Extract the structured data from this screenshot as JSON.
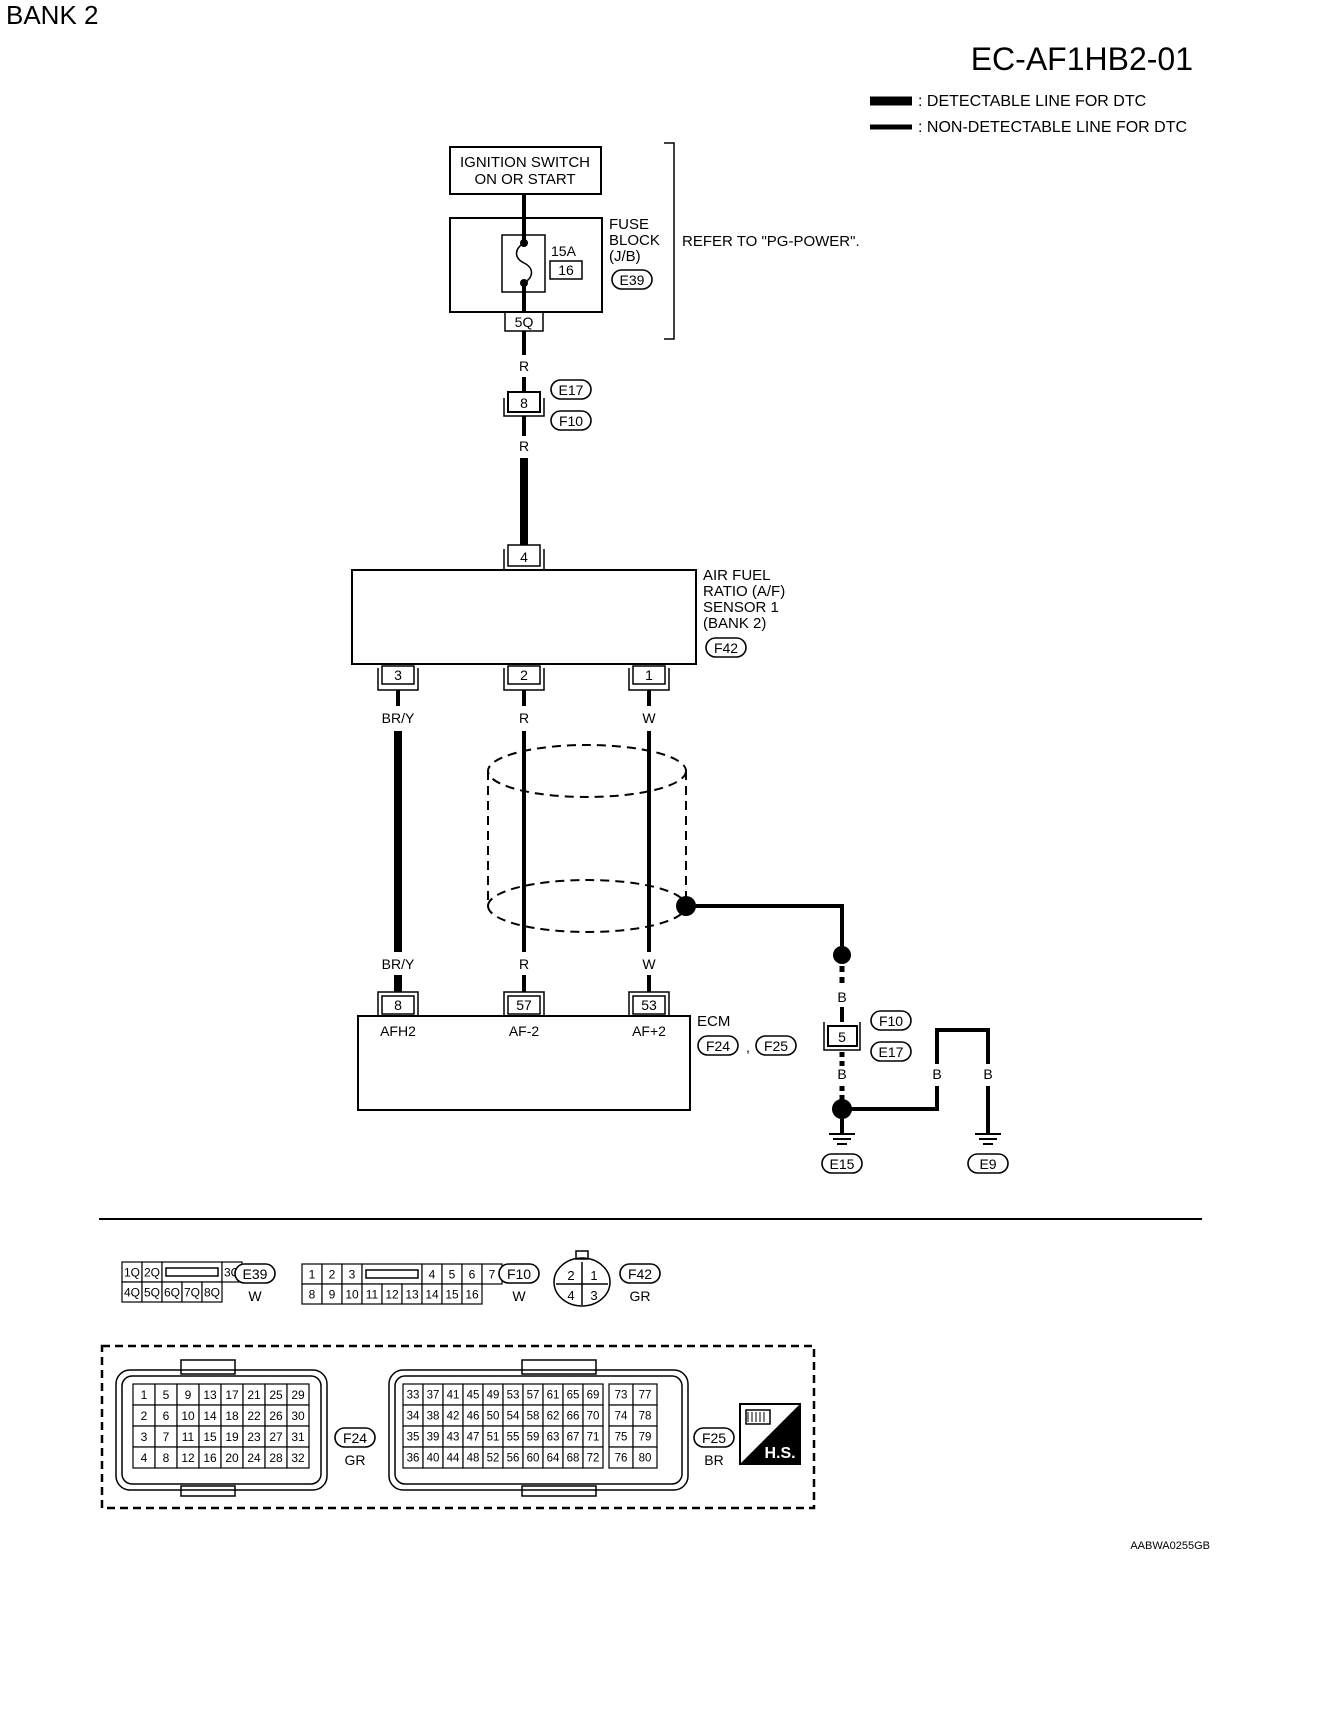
{
  "page": {
    "bank": "BANK 2",
    "code": "EC-AF1HB2-01",
    "footer_id": "AABWA0255GB"
  },
  "legend": {
    "detectable": ": DETECTABLE LINE FOR DTC",
    "non_detectable": ": NON-DETECTABLE LINE FOR DTC"
  },
  "ignition": {
    "line1": "IGNITION SWITCH",
    "line2": "ON OR START"
  },
  "fuse": {
    "amp": "15A",
    "number": "16",
    "label1": "FUSE",
    "label2": "BLOCK",
    "label3": "(J/B)",
    "connector": "E39",
    "terminal": "5Q",
    "refer": "REFER TO \"PG-POWER\"."
  },
  "joint1": {
    "pin": "8",
    "conn_top": "E17",
    "conn_bottom": "F10"
  },
  "wire_colors": {
    "r_top1": "R",
    "r_top2": "R",
    "bry_top": "BR/Y",
    "r_mid_top": "R",
    "w_top": "W",
    "bry_bot": "BR/Y",
    "r_mid_bot": "R",
    "w_bot": "W",
    "b1": "B",
    "b2": "B",
    "b3": "B",
    "b4": "B"
  },
  "sensor": {
    "pin_top": "4",
    "line1": "AIR FUEL",
    "line2": "RATIO (A/F)",
    "line3": "SENSOR 1",
    "line4": "(BANK 2)",
    "connector": "F42",
    "pin3": "3",
    "pin2": "2",
    "pin1": "1"
  },
  "ecm": {
    "label": "ECM",
    "conn1": "F24",
    "sep": ",",
    "conn2": "F25",
    "pin8": "8",
    "pin57": "57",
    "pin53": "53",
    "t_afh2": "AFH2",
    "t_af_minus": "AF-2",
    "t_af_plus": "AF+2"
  },
  "joint2": {
    "pin": "5",
    "conn_top": "F10",
    "conn_bottom": "E17"
  },
  "grounds": {
    "g1": "E15",
    "g2": "E9"
  },
  "connectors": {
    "e39": {
      "id": "E39",
      "color": "W",
      "row1": [
        "1Q",
        "2Q",
        "",
        "3Q"
      ],
      "row2": [
        "4Q",
        "5Q",
        "6Q",
        "7Q",
        "8Q"
      ]
    },
    "f10": {
      "id": "F10",
      "color": "W",
      "row1": [
        "1",
        "2",
        "3",
        "",
        "4",
        "5",
        "6",
        "7"
      ],
      "row2": [
        "8",
        "9",
        "10",
        "11",
        "12",
        "13",
        "14",
        "15",
        "16"
      ]
    },
    "f42": {
      "id": "F42",
      "color": "GR",
      "pins": [
        "2",
        "1",
        "4",
        "3"
      ]
    },
    "f24": {
      "id": "F24",
      "color": "GR",
      "rows": [
        [
          "1",
          "5",
          "9",
          "13",
          "17",
          "21",
          "25",
          "29"
        ],
        [
          "2",
          "6",
          "10",
          "14",
          "18",
          "22",
          "26",
          "30"
        ],
        [
          "3",
          "7",
          "11",
          "15",
          "19",
          "23",
          "27",
          "31"
        ],
        [
          "4",
          "8",
          "12",
          "16",
          "20",
          "24",
          "28",
          "32"
        ]
      ]
    },
    "f25": {
      "id": "F25",
      "color": "BR",
      "rows": [
        [
          "33",
          "37",
          "41",
          "45",
          "49",
          "53",
          "57",
          "61",
          "65",
          "69",
          "73",
          "77"
        ],
        [
          "34",
          "38",
          "42",
          "46",
          "50",
          "54",
          "58",
          "62",
          "66",
          "70",
          "74",
          "78"
        ],
        [
          "35",
          "39",
          "43",
          "47",
          "51",
          "55",
          "59",
          "63",
          "67",
          "71",
          "75",
          "79"
        ],
        [
          "36",
          "40",
          "44",
          "48",
          "52",
          "56",
          "60",
          "64",
          "68",
          "72",
          "76",
          "80"
        ]
      ]
    },
    "hs": "H.S."
  }
}
